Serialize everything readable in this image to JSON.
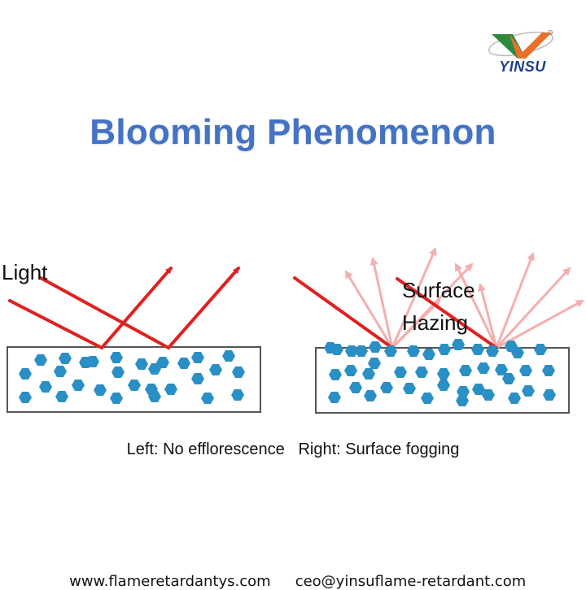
{
  "logo": {
    "brand": "YINSU",
    "icon": "yinsu-v-logo-icon",
    "colors": {
      "green": "#2e8b3e",
      "orange": "#e8702a",
      "text": "#1d3f8c"
    }
  },
  "title": "Blooming Phenomenon",
  "title_color": "#4472c4",
  "diagram": {
    "left_panel": {
      "label": "Light",
      "ray_color": "#e02020",
      "particle_color": "#2a8fc4"
    },
    "right_panel": {
      "label_line1": "Surface",
      "label_line2": "Hazing",
      "ray_color": "#e02020",
      "scatter_color": "#f4a6a6",
      "particle_color": "#2a8fc4"
    }
  },
  "caption": {
    "left": "Left: No efflorescence",
    "right": "Right: Surface fogging"
  },
  "footer": {
    "website": "www.flameretardantys.com",
    "email": "ceo@yinsuflame-retardant.com"
  }
}
